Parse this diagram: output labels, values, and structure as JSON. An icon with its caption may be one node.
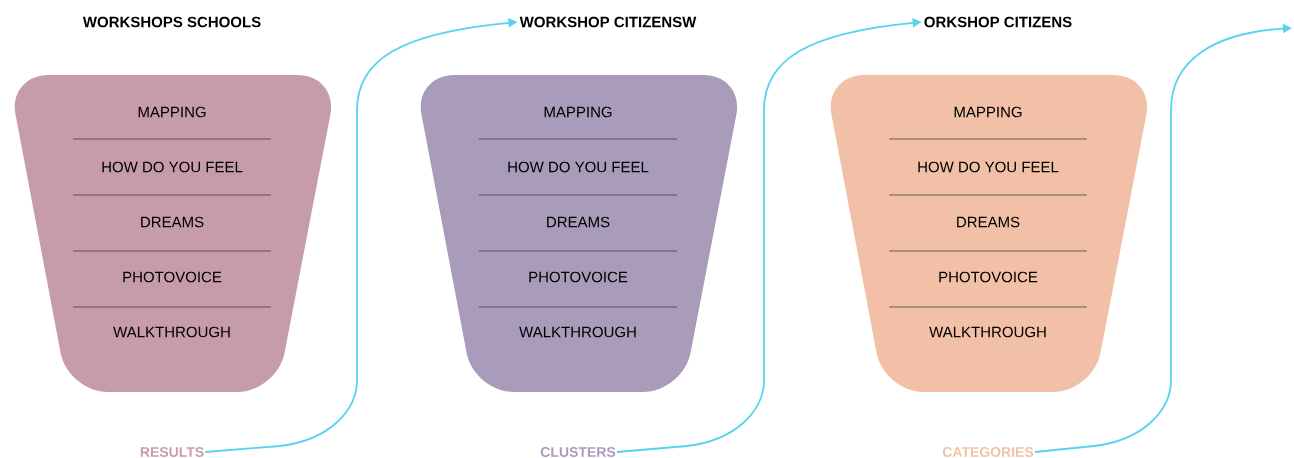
{
  "diagram": {
    "nodes": [
      {
        "text": [
          "WORKSHOPS SCHOOLS"
        ]
      },
      {
        "text": [
          "MAPPING",
          "HOW DO YOU FEEL",
          "DREAMS",
          "PHOTOVOICE",
          "WALKTHROUGH"
        ]
      },
      {
        "text": [
          "RESULTS"
        ]
      },
      {
        "text": [
          "WORKSHOP CITIZENSW"
        ]
      },
      {
        "text": [
          "MAPPING",
          "HOW DO YOU FEEL",
          "DREAMS",
          "PHOTOVOICE",
          "WALKTHROUGH"
        ]
      },
      {
        "text": [
          "CLUSTERS"
        ]
      },
      {
        "text": [
          "ORKSHOP CITIZENS"
        ]
      },
      {
        "text": [
          "MAPPING",
          "HOW DO YOU FEEL",
          "DREAMS",
          "PHOTOVOICE",
          "WALKTHROUGH"
        ]
      },
      {
        "text": [
          "CATEGORIES"
        ]
      }
    ],
    "edges": [
      {
        "from": 2,
        "to": 3,
        "arrow": "to"
      },
      {
        "from": 5,
        "to": 6,
        "arrow": "to"
      },
      {
        "from": 8,
        "to": null,
        "arrow": "to"
      }
    ]
  }
}
